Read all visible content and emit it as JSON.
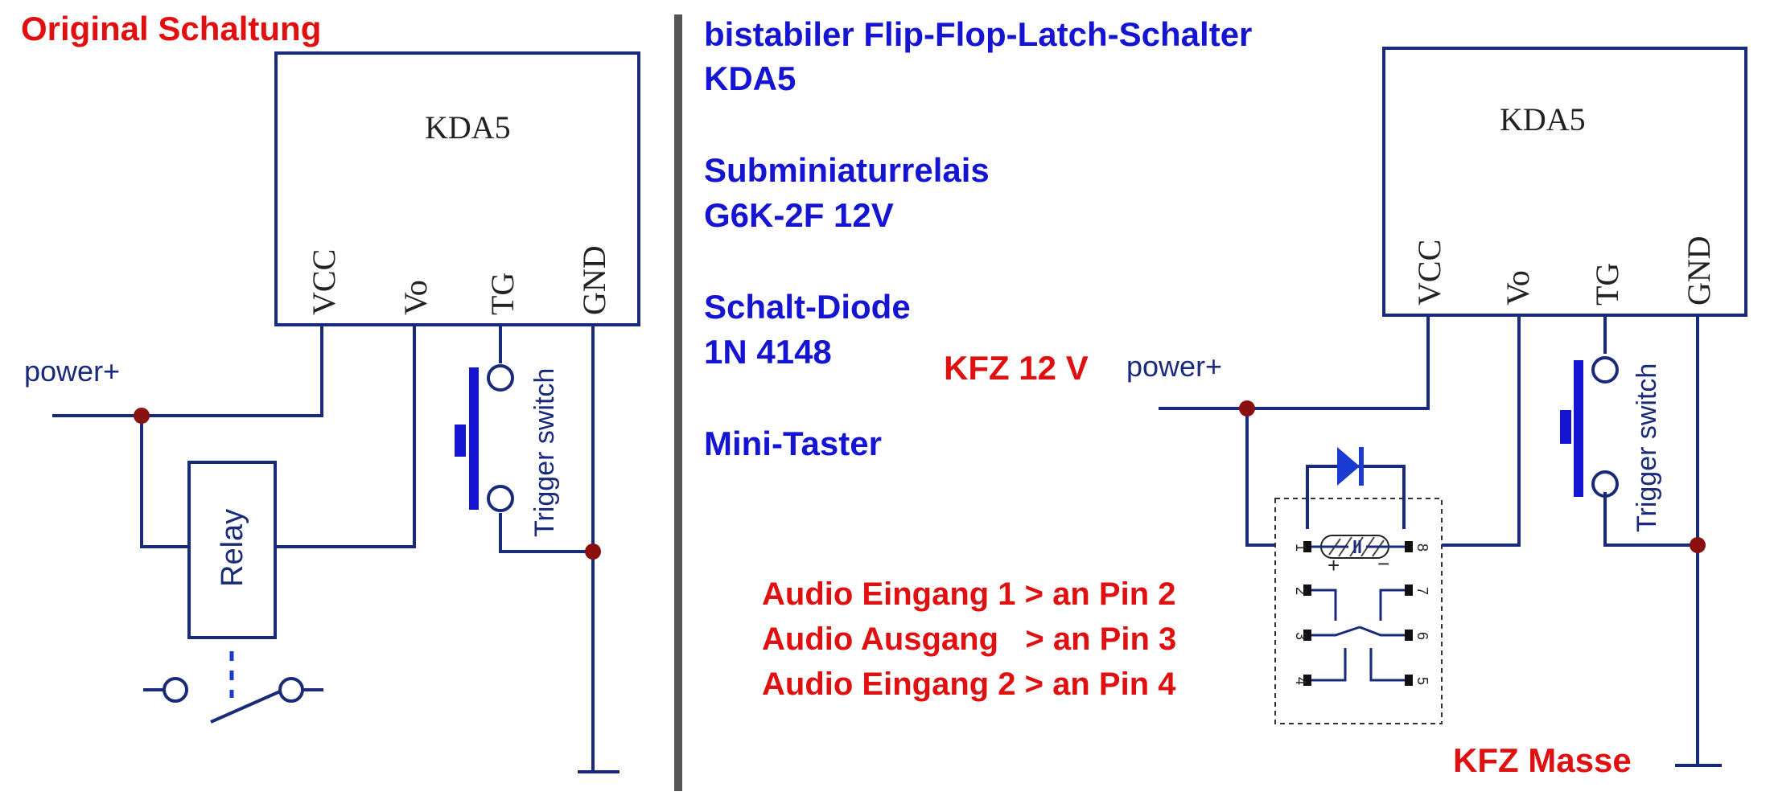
{
  "left": {
    "heading": "Original Schaltung",
    "chip_name": "KDA5",
    "pins": [
      "VCC",
      "Vo",
      "TG",
      "GND"
    ],
    "power_label": "power+",
    "relay_label": "Relay",
    "trigger_label": "Trigger switch"
  },
  "info": {
    "line1": "bistabiler Flip-Flop-Latch-Schalter",
    "line2": "KDA5",
    "line3": "Subminiaturrelais",
    "line4": "G6K-2F 12V",
    "line5": "Schalt-Diode",
    "line6": "1N 4148",
    "line7": "Mini-Taster"
  },
  "right": {
    "kfz_12v": "KFZ 12 V",
    "power_label": "power+",
    "chip_name": "KDA5",
    "pins": [
      "VCC",
      "Vo",
      "TG",
      "GND"
    ],
    "trigger_label": "Trigger switch",
    "kfz_masse": "KFZ Masse",
    "audio_lines": [
      "Audio Eingang 1 > an Pin 2",
      "Audio Ausgang   > an Pin 3",
      "Audio Eingang 2 > an Pin 4"
    ],
    "relay_pins_left": [
      "1",
      "2",
      "3",
      "4"
    ],
    "relay_pins_right": [
      "8",
      "7",
      "6",
      "5"
    ],
    "relay_plus": "+",
    "relay_minus": "−"
  },
  "colors": {
    "red": "#e01010",
    "blue": "#1414d2",
    "wire": "#1a2a7a",
    "junction": "#8a1010",
    "diode": "#1a3ad0"
  }
}
